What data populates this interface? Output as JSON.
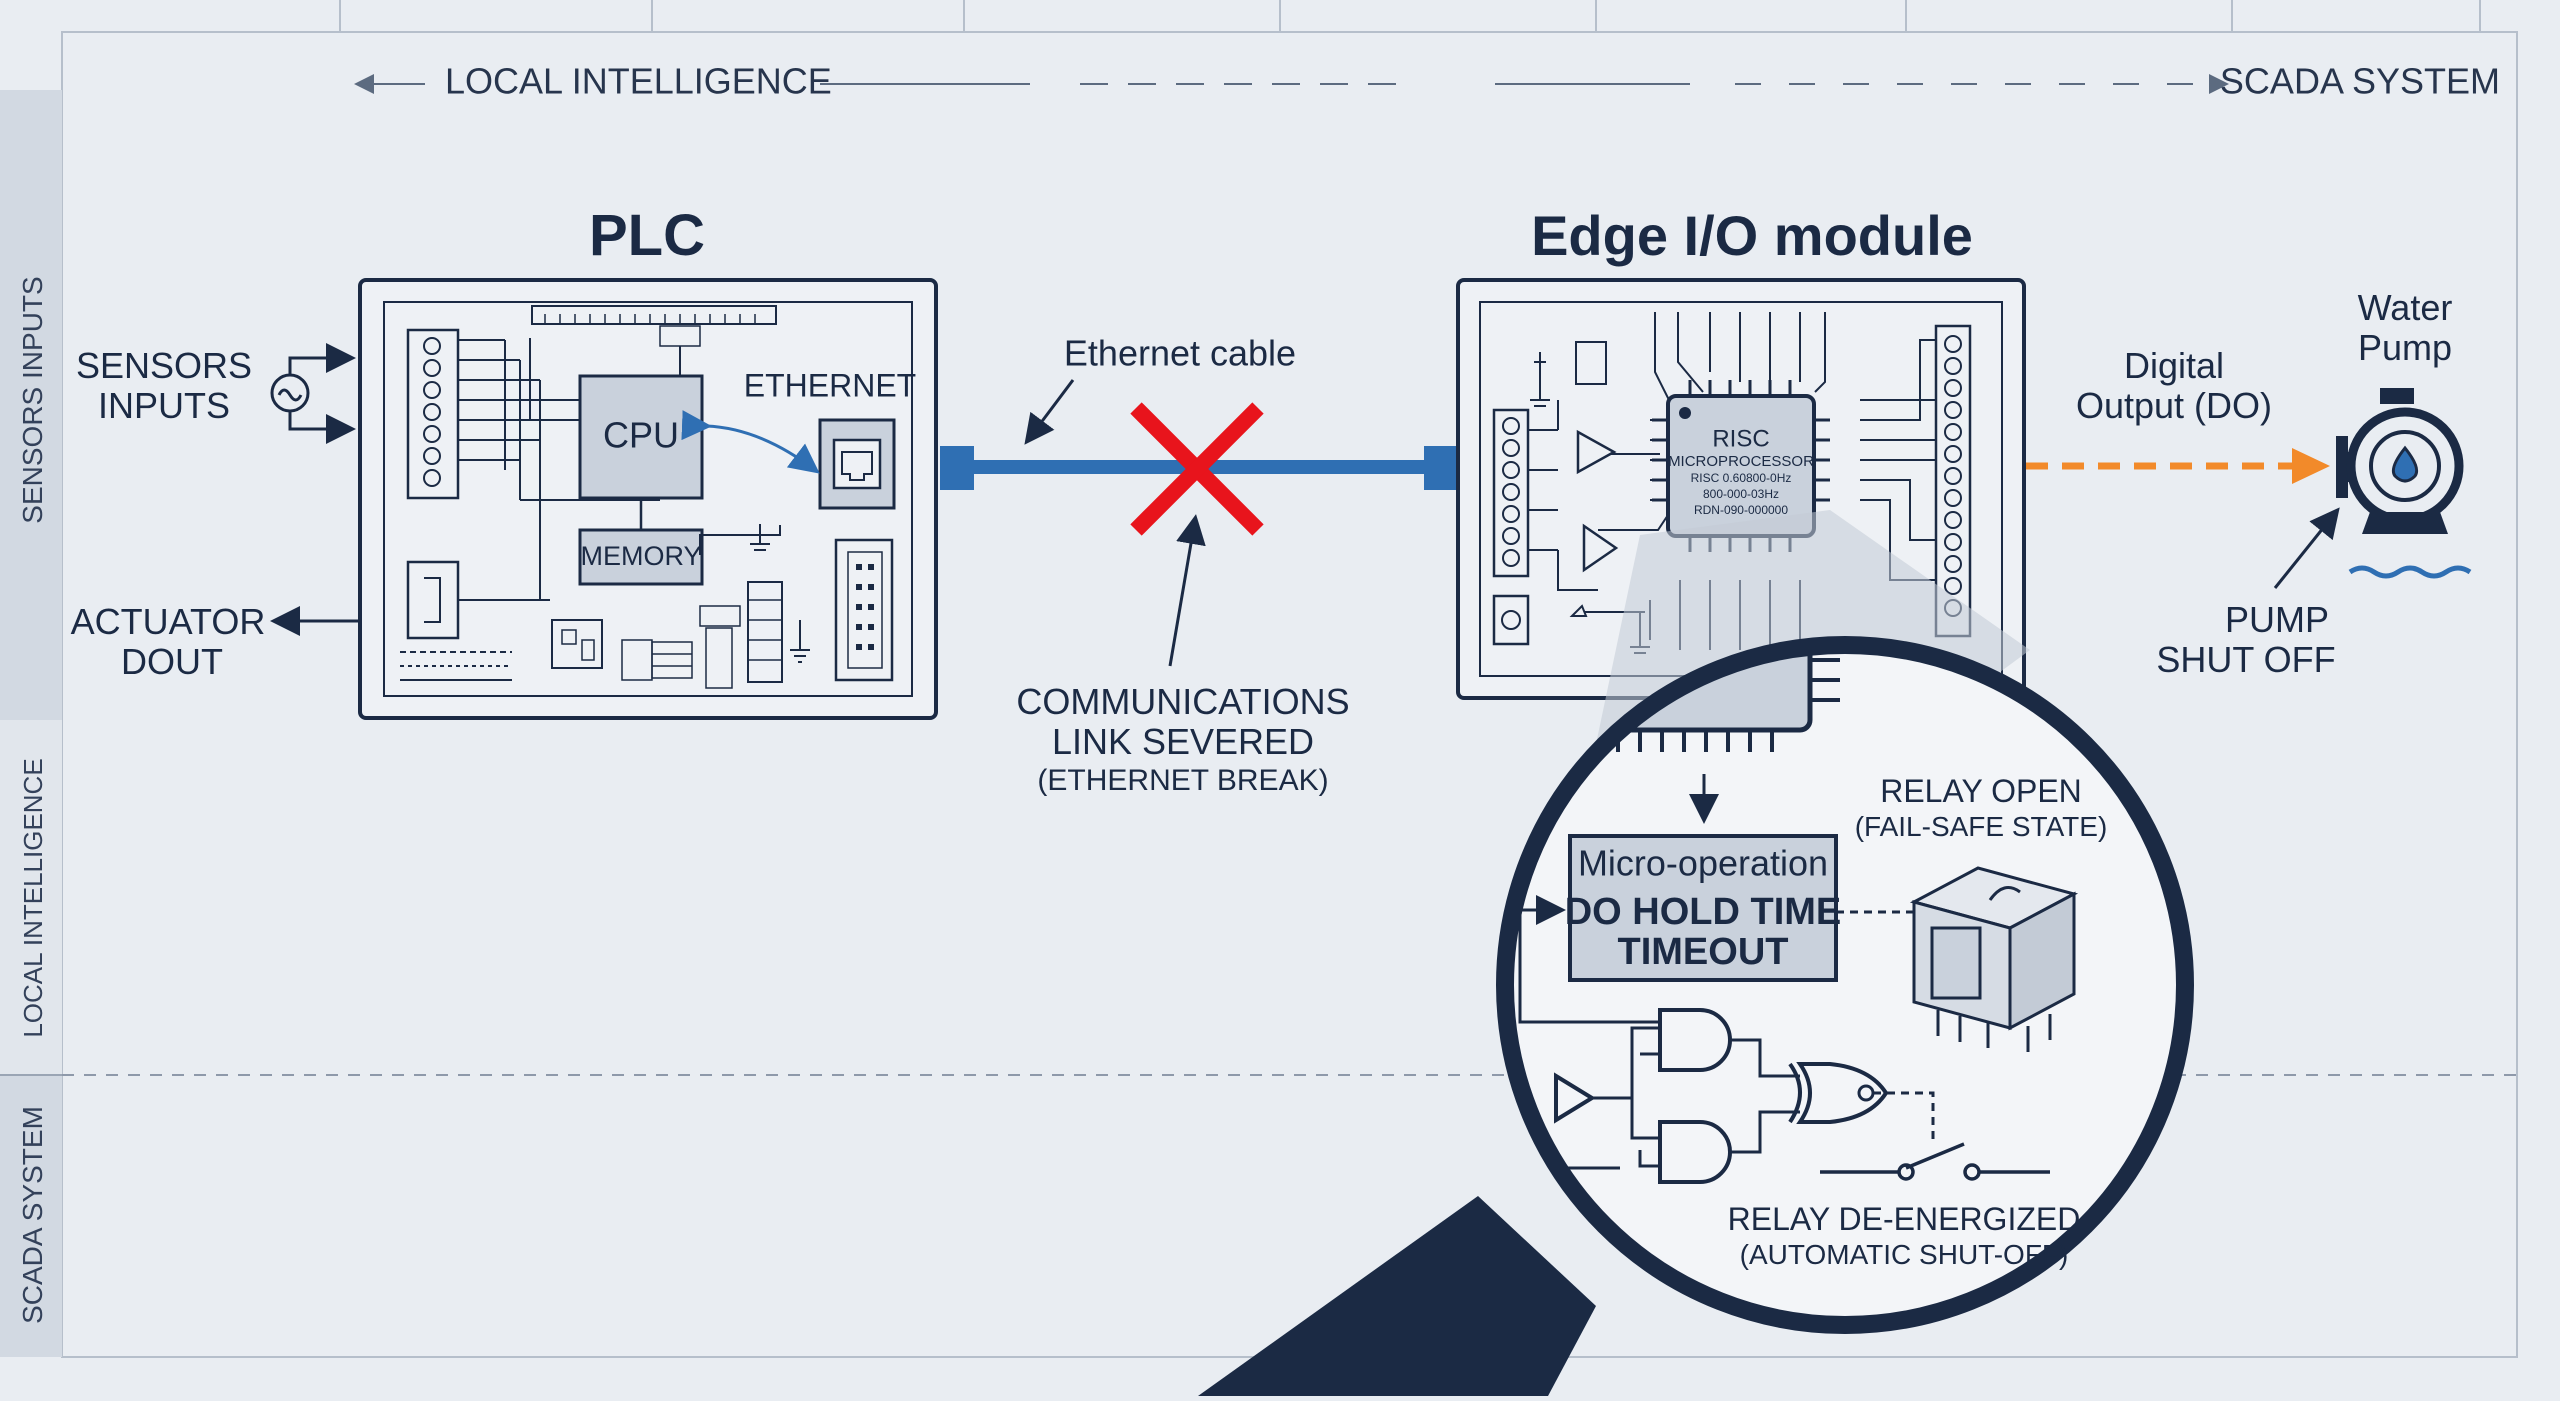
{
  "top_band": {
    "left_label": "LOCAL INTELLIGENCE",
    "right_label": "SCADA SYSTEM"
  },
  "side_band": {
    "top_label": "SENSORS INPUTS",
    "middle_label": "LOCAL INTELLIGENCE",
    "bottom_label": "SCADA SYSTEM"
  },
  "plc": {
    "title": "PLC",
    "cpu_label": "CPU",
    "memory_label": "MEMORY",
    "ethernet_label": "ETHERNET",
    "sensors_label_1": "SENSORS",
    "sensors_label_2": "INPUTS",
    "actuator_label_1": "ACTUATOR",
    "actuator_label_2": "DOUT"
  },
  "link": {
    "cable_label": "Ethernet cable",
    "severed_line_1": "COMMUNICATIONS",
    "severed_line_2": "LINK SEVERED",
    "severed_line_3": "(ETHERNET BREAK)"
  },
  "edge": {
    "title": "Edge I/O module",
    "chip_line_1": "RISC",
    "chip_line_2": "MICROPROCESSOR",
    "chip_line_3": "RISC 0.60800-0Hz",
    "chip_line_4": "800-000-03Hz",
    "chip_line_5": "RDN-090-000000"
  },
  "output": {
    "do_label_1": "Digital",
    "do_label_2": "Output (DO)",
    "pump_label_1": "Water",
    "pump_label_2": "Pump",
    "shutoff_label_1": "PUMP",
    "shutoff_label_2": "SHUT OFF"
  },
  "magnifier": {
    "micro_title": "Micro-operation",
    "micro_line_1": "DO HOLD TIME",
    "micro_line_2": "TIMEOUT",
    "relay_open_1": "RELAY OPEN",
    "relay_open_2": "(FAIL-SAFE STATE)",
    "relay_de_1": "RELAY DE-ENERGIZED",
    "relay_de_2": "(AUTOMATIC SHUT-OFF)"
  },
  "colors": {
    "navy": "#1b2a44",
    "cable_blue": "#2f6fb3",
    "break_red": "#e8141c",
    "do_orange": "#f28a2a",
    "background": "#e9edf2"
  }
}
